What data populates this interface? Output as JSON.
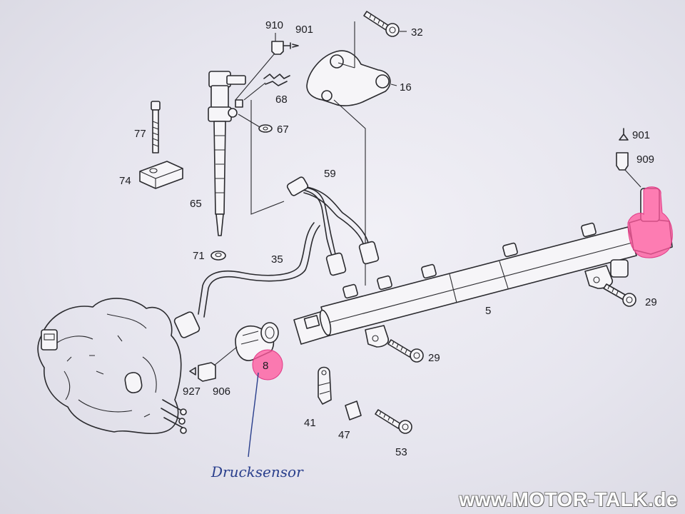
{
  "labels": {
    "p910": "910",
    "p901_top": "901",
    "p32": "32",
    "p16": "16",
    "p68": "68",
    "p67": "67",
    "p77": "77",
    "p74": "74",
    "p65": "65",
    "p59": "59",
    "p71": "71",
    "p35": "35",
    "p901_right": "901",
    "p909": "909",
    "p29_right": "29",
    "p5": "5",
    "p29_mid": "29",
    "p8": "8",
    "p927": "927",
    "p906": "906",
    "p41": "41",
    "p47": "47",
    "p53": "53"
  },
  "annotation": {
    "handwritten": "Drucksensor",
    "highlight_color": "#ff5a9e",
    "ink_color": "#2a3f8c"
  },
  "watermark": "www.MOTOR-TALK.de"
}
